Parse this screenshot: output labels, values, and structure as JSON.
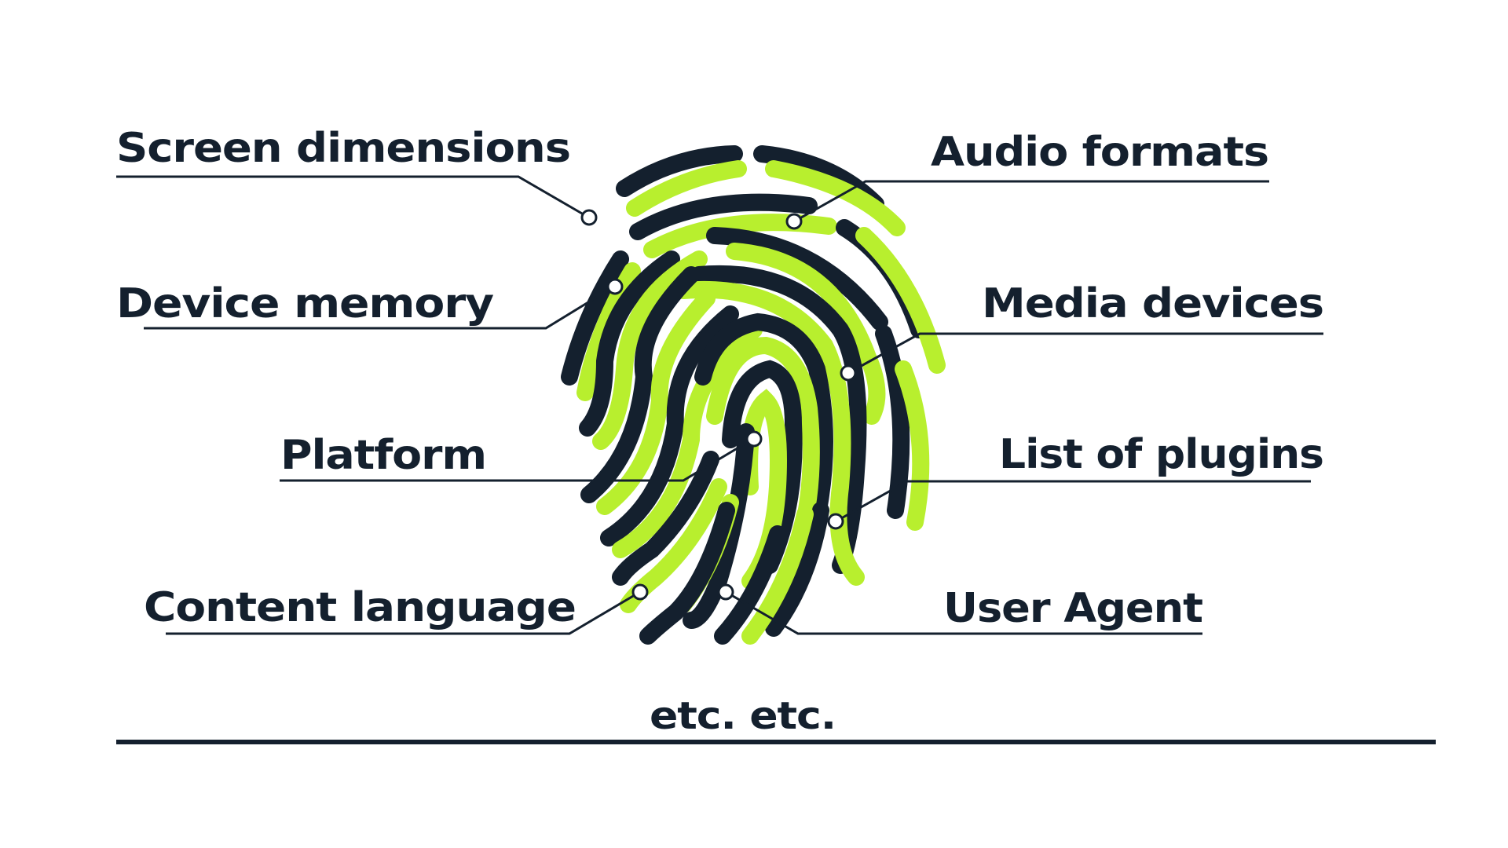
{
  "colors": {
    "dark": "#14202e",
    "accent": "#b8ef2e",
    "background": "#ffffff"
  },
  "labels": {
    "screen_dimensions": "Screen dimensions",
    "device_memory": "Device memory",
    "platform": "Platform",
    "content_language": "Content language",
    "audio_formats": "Audio formats",
    "media_devices": "Media devices",
    "list_of_plugins": "List of plugins",
    "user_agent": "User Agent"
  },
  "footer": {
    "text": "etc. etc."
  }
}
